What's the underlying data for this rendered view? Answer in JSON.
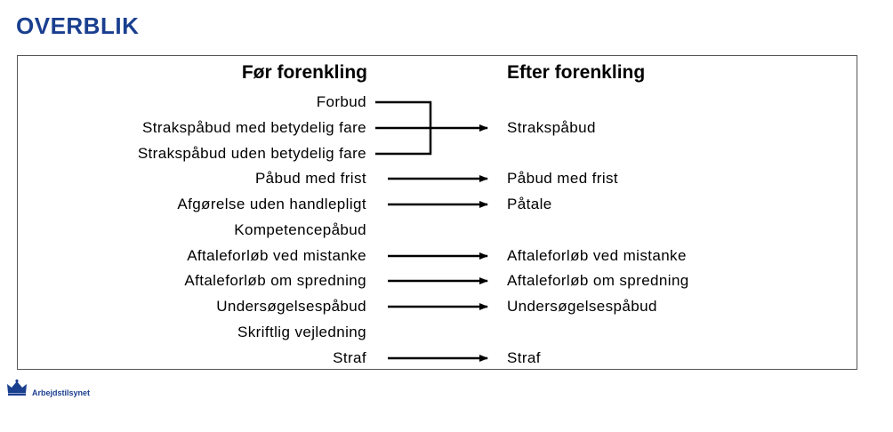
{
  "title": "OVERBLIK",
  "headers": {
    "before": "Før forenkling",
    "after": "Efter forenkling"
  },
  "before_items": [
    "Forbud",
    "Strakspåbud med betydelig fare",
    "Strakspåbud uden betydelig fare",
    "Påbud med frist",
    "Afgørelse uden handlepligt",
    "Kompetencepåbud",
    "Aftaleforløb ved mistanke",
    "Aftaleforløb om spredning",
    "Undersøgelsespåbud",
    "Skriftlig vejledning",
    "Straf"
  ],
  "after_items": {
    "strakspabud": "Strakspåbud",
    "pabud_med_frist": "Påbud med frist",
    "patale": "Påtale",
    "aftale_mistanke": "Aftaleforløb ved mistanke",
    "aftale_spredning": "Aftaleforløb om spredning",
    "undersogelse": "Undersøgelsespåbud",
    "straf": "Straf"
  },
  "logo": {
    "text": "Arbejdstilsynet",
    "icon": "crown-icon"
  },
  "colors": {
    "title": "#1a3f8f",
    "border": "#555555",
    "text": "#000000"
  }
}
